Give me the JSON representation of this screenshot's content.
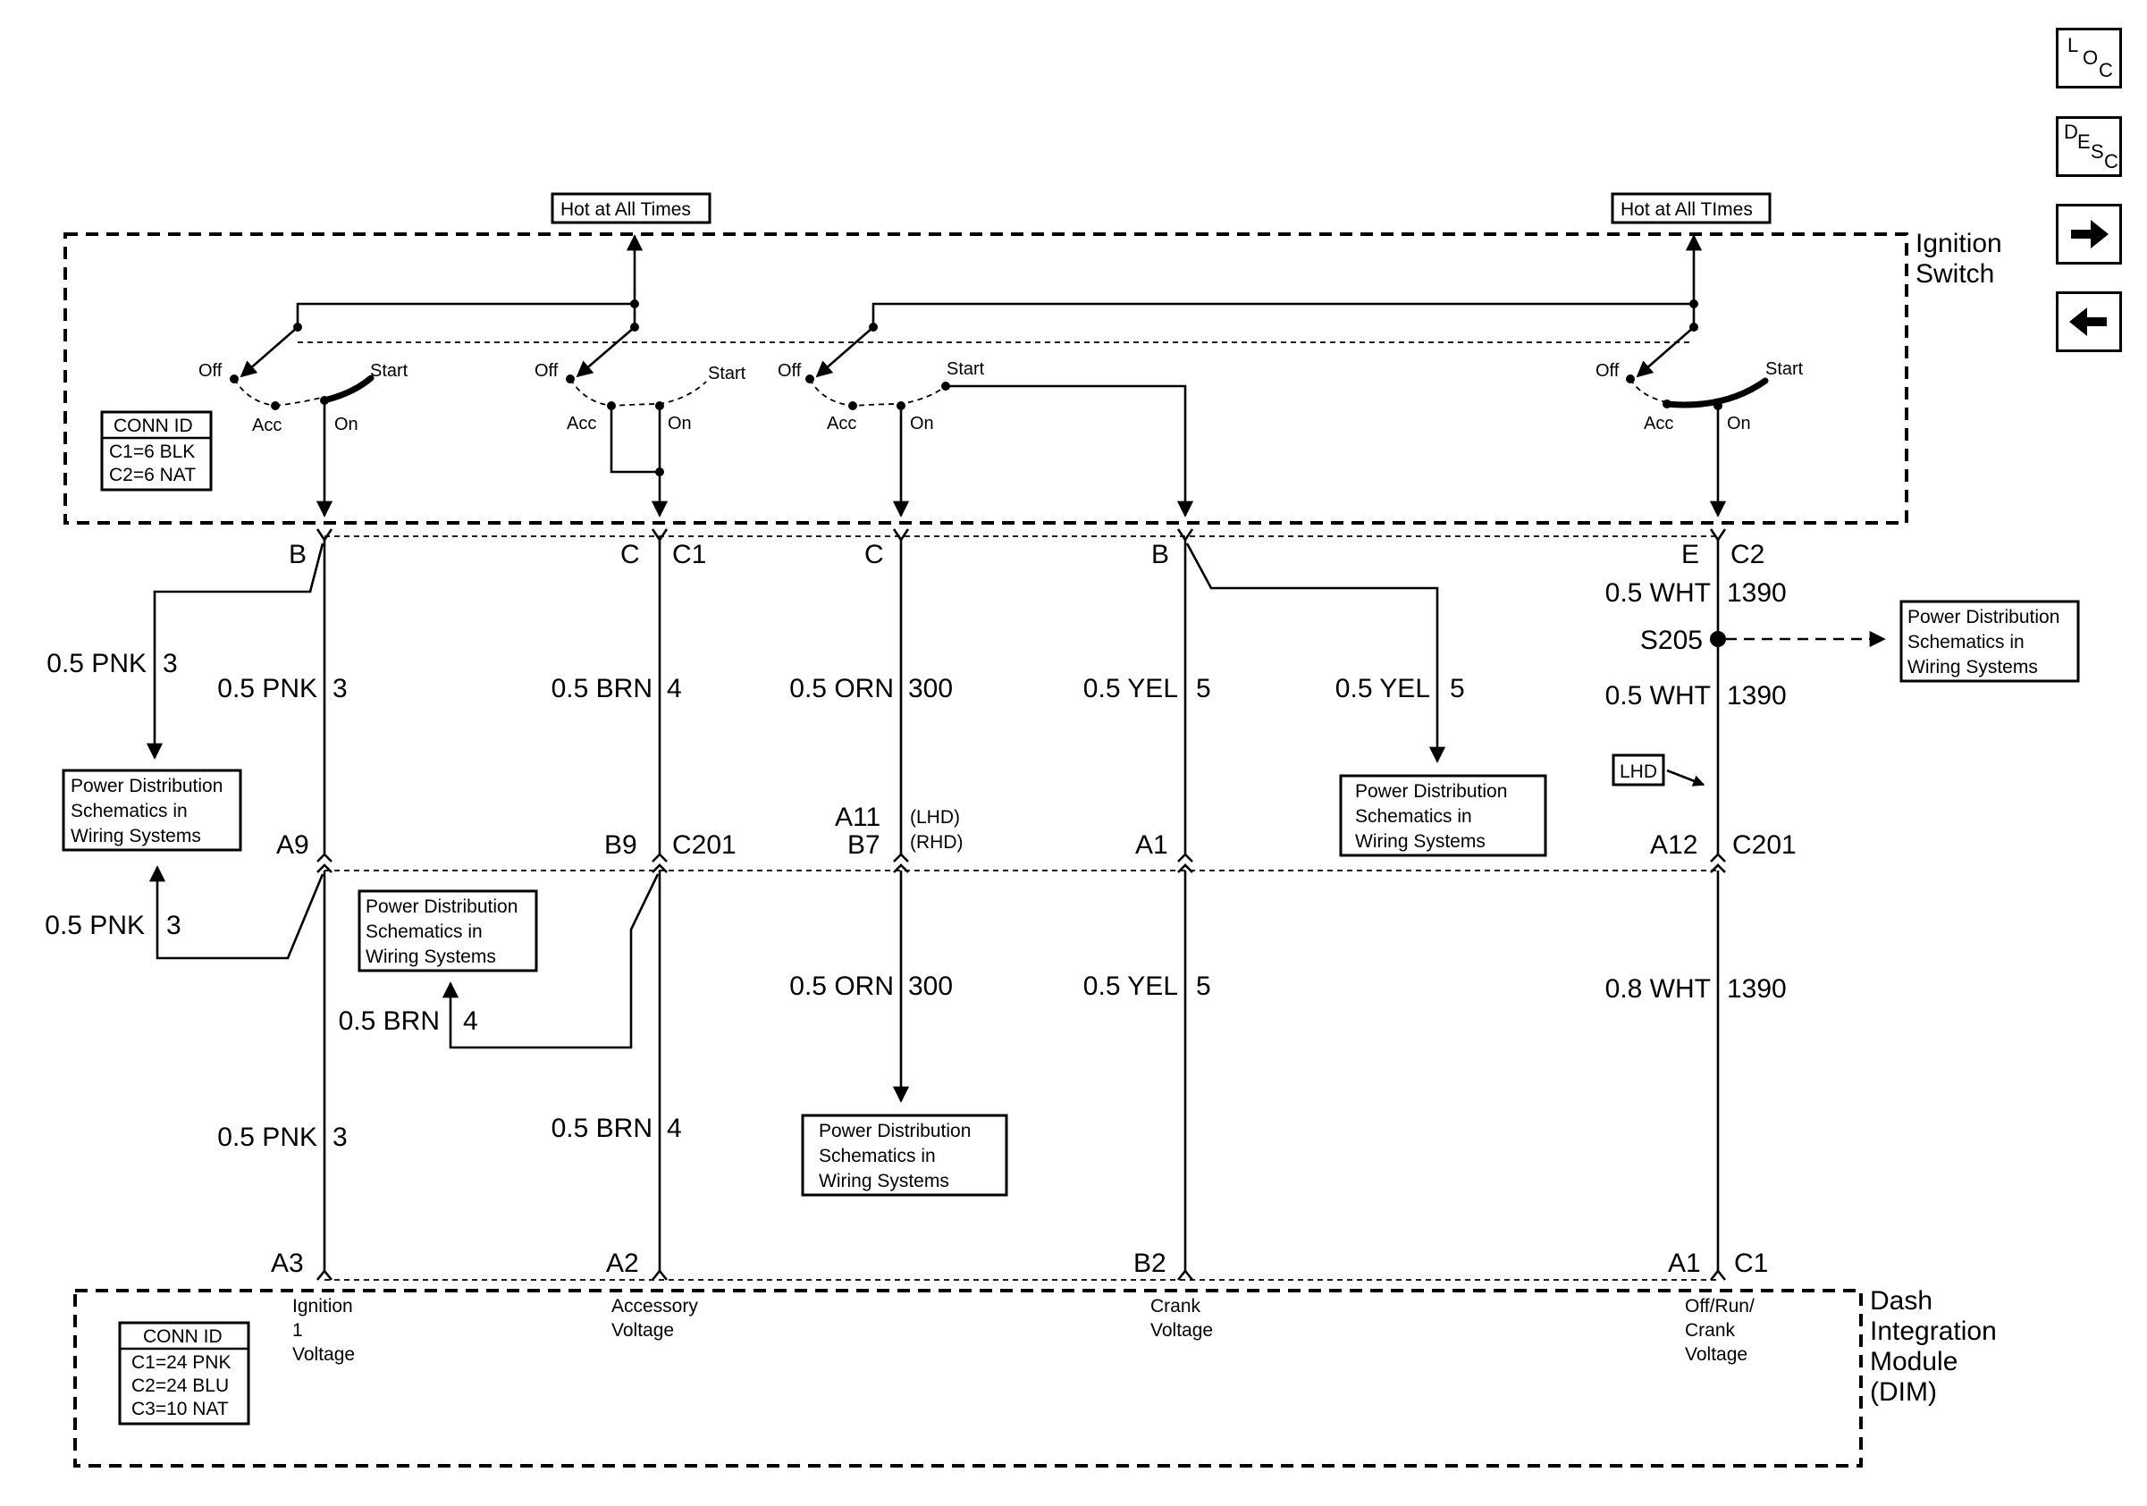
{
  "nav": {
    "loc": {
      "l1": "L",
      "l2": "O",
      "l3": "C"
    },
    "desc": {
      "l1": "D",
      "l2": "E",
      "l3": "S",
      "l4": "C"
    },
    "next_icon": "arrow-right-icon",
    "prev_icon": "arrow-left-icon"
  },
  "modules": {
    "ignition_switch": [
      "Ignition",
      "Switch"
    ],
    "dim": [
      "Dash",
      "Integration",
      "Module",
      "(DIM)"
    ]
  },
  "hot_labels": [
    "Hot at All Times",
    "Hot at All TImes"
  ],
  "switch_positions": {
    "off": "Off",
    "acc": "Acc",
    "on": "On",
    "start": "Start"
  },
  "conn_id_switch": {
    "title": "CONN ID",
    "rows": [
      "C1=6 BLK",
      "C2=6 NAT"
    ]
  },
  "conn_id_dim": {
    "title": "CONN ID",
    "rows": [
      "C1=24 PNK",
      "C2=24 BLU",
      "C3=10 NAT"
    ]
  },
  "pins_switch": [
    "B",
    "C",
    "C1",
    "C",
    "B",
    "E",
    "C2"
  ],
  "pins_c201": [
    "A9",
    "B9",
    "C201",
    "A11",
    "B7",
    "A1",
    "A12",
    "C201"
  ],
  "c201_notes": [
    "(LHD)",
    "(RHD)"
  ],
  "pins_dim": [
    "A3",
    "A2",
    "B2",
    "A1",
    "C1"
  ],
  "splice": "S205",
  "lhd_label": "LHD",
  "pd_box": [
    "Power Distribution",
    "Schematics in",
    "Wiring Systems"
  ],
  "wires": [
    {
      "color": "0.5 PNK",
      "circuit": "3"
    },
    {
      "color": "0.5 PNK",
      "circuit": "3"
    },
    {
      "color": "0.5 PNK",
      "circuit": "3"
    },
    {
      "color": "0.5 PNK",
      "circuit": "3"
    },
    {
      "color": "0.5 BRN",
      "circuit": "4"
    },
    {
      "color": "0.5 BRN",
      "circuit": "4"
    },
    {
      "color": "0.5 BRN",
      "circuit": "4"
    },
    {
      "color": "0.5 ORN",
      "circuit": "300"
    },
    {
      "color": "0.5 ORN",
      "circuit": "300"
    },
    {
      "color": "0.5 YEL",
      "circuit": "5"
    },
    {
      "color": "0.5 YEL",
      "circuit": "5"
    },
    {
      "color": "0.5 YEL",
      "circuit": "5"
    },
    {
      "color": "0.5 WHT",
      "circuit": "1390"
    },
    {
      "color": "0.5 WHT",
      "circuit": "1390"
    },
    {
      "color": "0.8 WHT",
      "circuit": "1390"
    }
  ],
  "dim_inputs": [
    [
      "Ignition",
      "1",
      "Voltage"
    ],
    [
      "Accessory",
      "Voltage"
    ],
    [
      "Crank",
      "Voltage"
    ],
    [
      "Off/Run/",
      "Crank",
      "Voltage"
    ]
  ]
}
